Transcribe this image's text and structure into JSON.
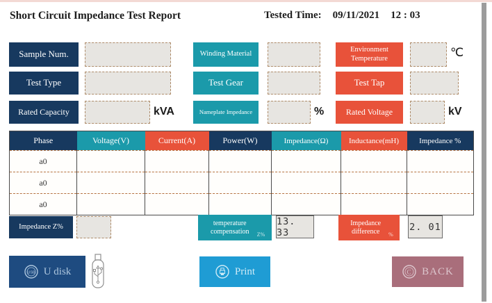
{
  "colors": {
    "navy": "#17395f",
    "teal": "#1b9aaa",
    "red": "#e8523a",
    "udisk_blue": "#1e4b80",
    "print_blue": "#1f9cd4",
    "back_mauve": "#a96e7b",
    "field_bg": "#e7e5e1",
    "field_border": "#ad8a68"
  },
  "header": {
    "title": "Short Circuit Impedance Test Report",
    "tested_time_label": "Tested Time:",
    "tested_date": "09/11/2021",
    "tested_clock": "12 : 03"
  },
  "form": {
    "sample_num": {
      "label": "Sample Num.",
      "value": ""
    },
    "winding_material": {
      "label": "Winding Material",
      "value": ""
    },
    "environment_temperature": {
      "label": "Environment Temperature",
      "value": "",
      "unit": "℃"
    },
    "test_type": {
      "label": "Test Type",
      "value": ""
    },
    "test_gear": {
      "label": "Test Gear",
      "value": ""
    },
    "test_tap": {
      "label": "Test Tap",
      "value": ""
    },
    "rated_capacity": {
      "label": "Rated Capacity",
      "value": "",
      "unit": "kVA"
    },
    "nameplate_impedance": {
      "label": "Nameplate Impedance",
      "value": "",
      "unit": "%"
    },
    "rated_voltage": {
      "label": "Rated Voltage",
      "value": "",
      "unit": "kV"
    }
  },
  "table": {
    "headers": [
      "Phase",
      "Voltage(V)",
      "Current(A)",
      "Power(W)",
      "Impedance(Ω)",
      "Inductance(mH)",
      "Impedance %"
    ],
    "rows": [
      [
        "a0",
        "",
        "",
        "",
        "",
        "",
        ""
      ],
      [
        "a0",
        "",
        "",
        "",
        "",
        "",
        ""
      ],
      [
        "a0",
        "",
        "",
        "",
        "",
        "",
        ""
      ]
    ]
  },
  "summary": {
    "impedance_z": {
      "label": "Impedance Z%",
      "value": ""
    },
    "temperature_compensation": {
      "label": "temperature compensation",
      "suffix": "Z%",
      "value": "13. 33"
    },
    "impedance_difference": {
      "label": "Impedance difference",
      "suffix": "%",
      "value": "2. 01"
    }
  },
  "buttons": {
    "udisk": "U disk",
    "print": "Print",
    "back": "BACK"
  }
}
